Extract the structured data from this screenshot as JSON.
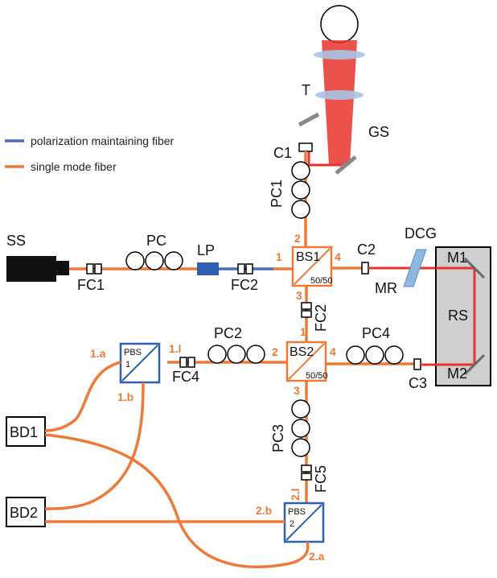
{
  "legend": [
    {
      "label": "polarization maintaining fiber",
      "color": "#4a6fb5"
    },
    {
      "label": "single mode fiber",
      "color": "#ee7a3a"
    }
  ],
  "components": {
    "ss": "SS",
    "pc": "PC",
    "lp": "LP",
    "fc1": "FC1",
    "fc2": "FC2",
    "fc2b": "FC2",
    "fc4": "FC4",
    "fc5": "FC5",
    "pc1": "PC1",
    "pc2": "PC2",
    "pc3": "PC3",
    "pc4": "PC4",
    "c1": "C1",
    "c2": "C2",
    "c3": "C3",
    "mr": "MR",
    "dcg": "DCG",
    "m1": "M1",
    "m2": "M2",
    "rs": "RS",
    "t": "T",
    "gs": "GS",
    "bd1": "BD1",
    "bd2": "BD2",
    "bs1": "BS1",
    "bs2": "BS2",
    "bs_ratio": "50/50",
    "bs_ratio2": "50/50",
    "pbs": "PBS",
    "pbs1_num": "1",
    "pbs2_num": "2"
  },
  "ports": {
    "bs1_1": "1",
    "bs1_2": "2",
    "bs1_3": "3",
    "bs1_4": "4",
    "bs2_1": "1",
    "bs2_2": "2",
    "bs2_3": "3",
    "bs2_4": "4",
    "p1a": "1.a",
    "p1b": "1.b",
    "p1l": "1.l",
    "p2a": "2.a",
    "p2b": "2.b",
    "p2l": "2.l"
  },
  "colors": {
    "single_mode": "#ee7a3a",
    "pm": "#4a6fb5",
    "beam": "#e8342c",
    "optic": "#5b9bd5",
    "rs_box": "#cfcfcf"
  }
}
